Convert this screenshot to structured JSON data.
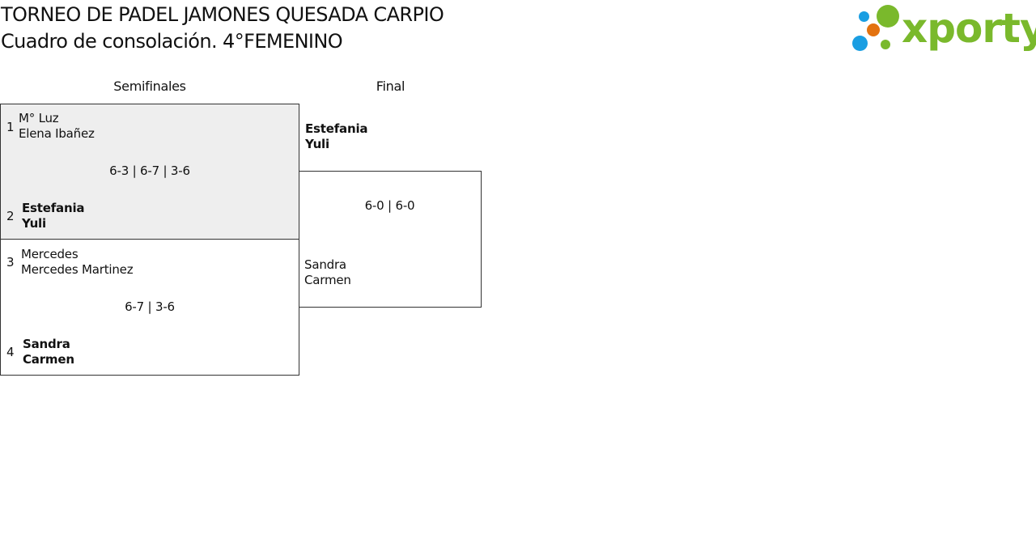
{
  "header": {
    "title": "TORNEO DE PADEL JAMONES QUESADA CARPIO",
    "subtitle": "Cuadro de consolación. 4°FEMENINO"
  },
  "logo": {
    "text": "xporty",
    "colors": {
      "green": "#7ab92c",
      "blue": "#1a9ee2",
      "orange": "#e3720f"
    }
  },
  "rounds": [
    {
      "label": "Semifinales"
    },
    {
      "label": "Final"
    }
  ],
  "semifinals": [
    {
      "highlighted": true,
      "team1": {
        "seed": "1",
        "player1": "M° Luz",
        "player2": "Elena Ibañez",
        "winner": false
      },
      "team2": {
        "seed": "2",
        "player1": "Estefania",
        "player2": "Yuli",
        "winner": true
      },
      "score": "6-3 | 6-7 | 3-6"
    },
    {
      "highlighted": false,
      "team1": {
        "seed": "3",
        "player1": "Mercedes",
        "player2": "Mercedes Martinez",
        "winner": false
      },
      "team2": {
        "seed": "4",
        "player1": "Sandra",
        "player2": "Carmen",
        "winner": true
      },
      "score": "6-7 | 3-6"
    }
  ],
  "final": {
    "team1": {
      "player1": "Estefania",
      "player2": "Yuli",
      "winner": true
    },
    "team2": {
      "player1": "Sandra",
      "player2": "Carmen",
      "winner": false
    },
    "score": "6-0 | 6-0"
  }
}
